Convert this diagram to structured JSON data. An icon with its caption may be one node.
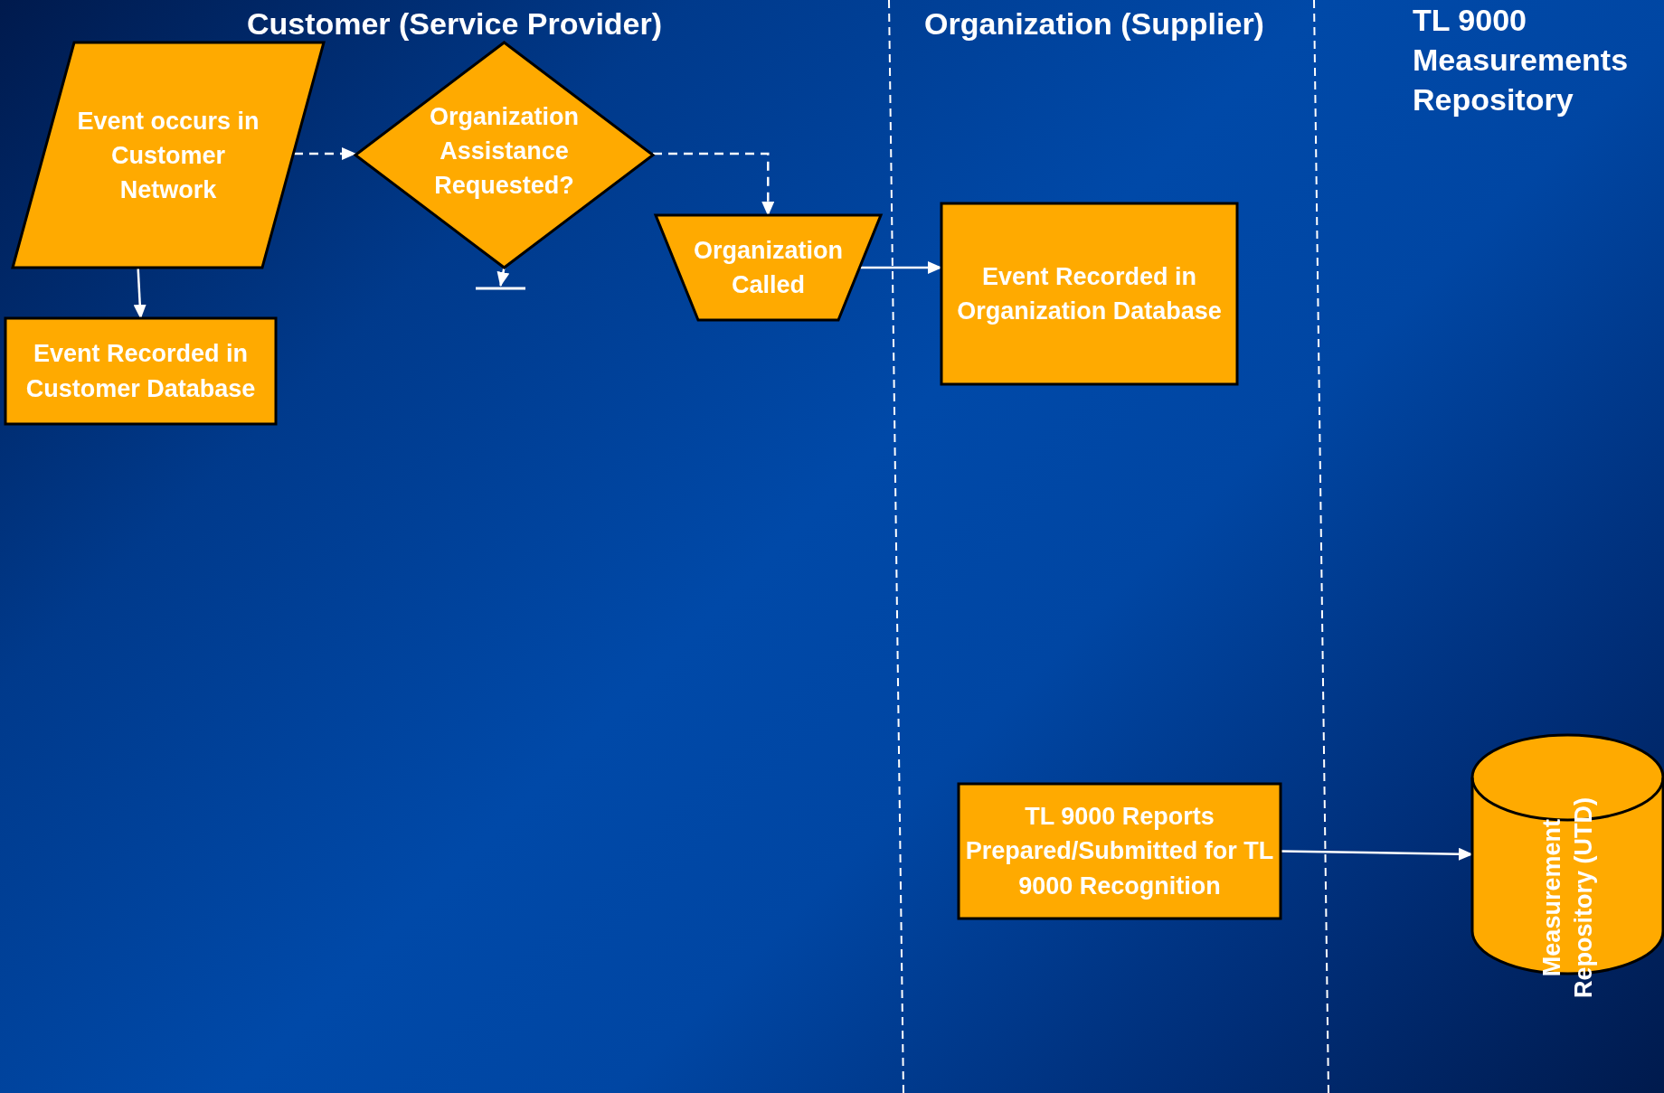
{
  "diagram": {
    "nodes": [
      {
        "text": [
          "Event occurs in Customer Network"
        ]
      },
      {
        "text": [
          "Organization Assistance Requested?"
        ]
      },
      {
        "text": [
          "Organization Called"
        ]
      },
      {
        "text": [],
        "shape": "bar"
      },
      {
        "text": [
          "Event Recorded in Customer Database"
        ]
      },
      {
        "text": [
          "Event Recorded in Organization Database"
        ]
      },
      {
        "text": [
          "TL 9000 Reports Prepared/Submitted for TL 9000 Recognition"
        ]
      },
      {
        "text": [
          "Measurement Repository (UTD)"
        ]
      }
    ],
    "edges": [
      {
        "from": 0,
        "to": 1,
        "arrow": "to",
        "style": "dashed"
      },
      {
        "from": 1,
        "to": 2,
        "arrow": "to",
        "style": "dashed"
      },
      {
        "from": 0,
        "to": 4,
        "arrow": "to"
      },
      {
        "from": 1,
        "to": 3,
        "arrow": "to"
      },
      {
        "from": 2,
        "to": 5,
        "arrow": "to"
      },
      {
        "from": 6,
        "to": 7,
        "arrow": "to"
      }
    ],
    "labels": [
      "Customer (Service Provider)",
      "Organization (Supplier)",
      "TL 9000 Measurements Repository"
    ]
  }
}
